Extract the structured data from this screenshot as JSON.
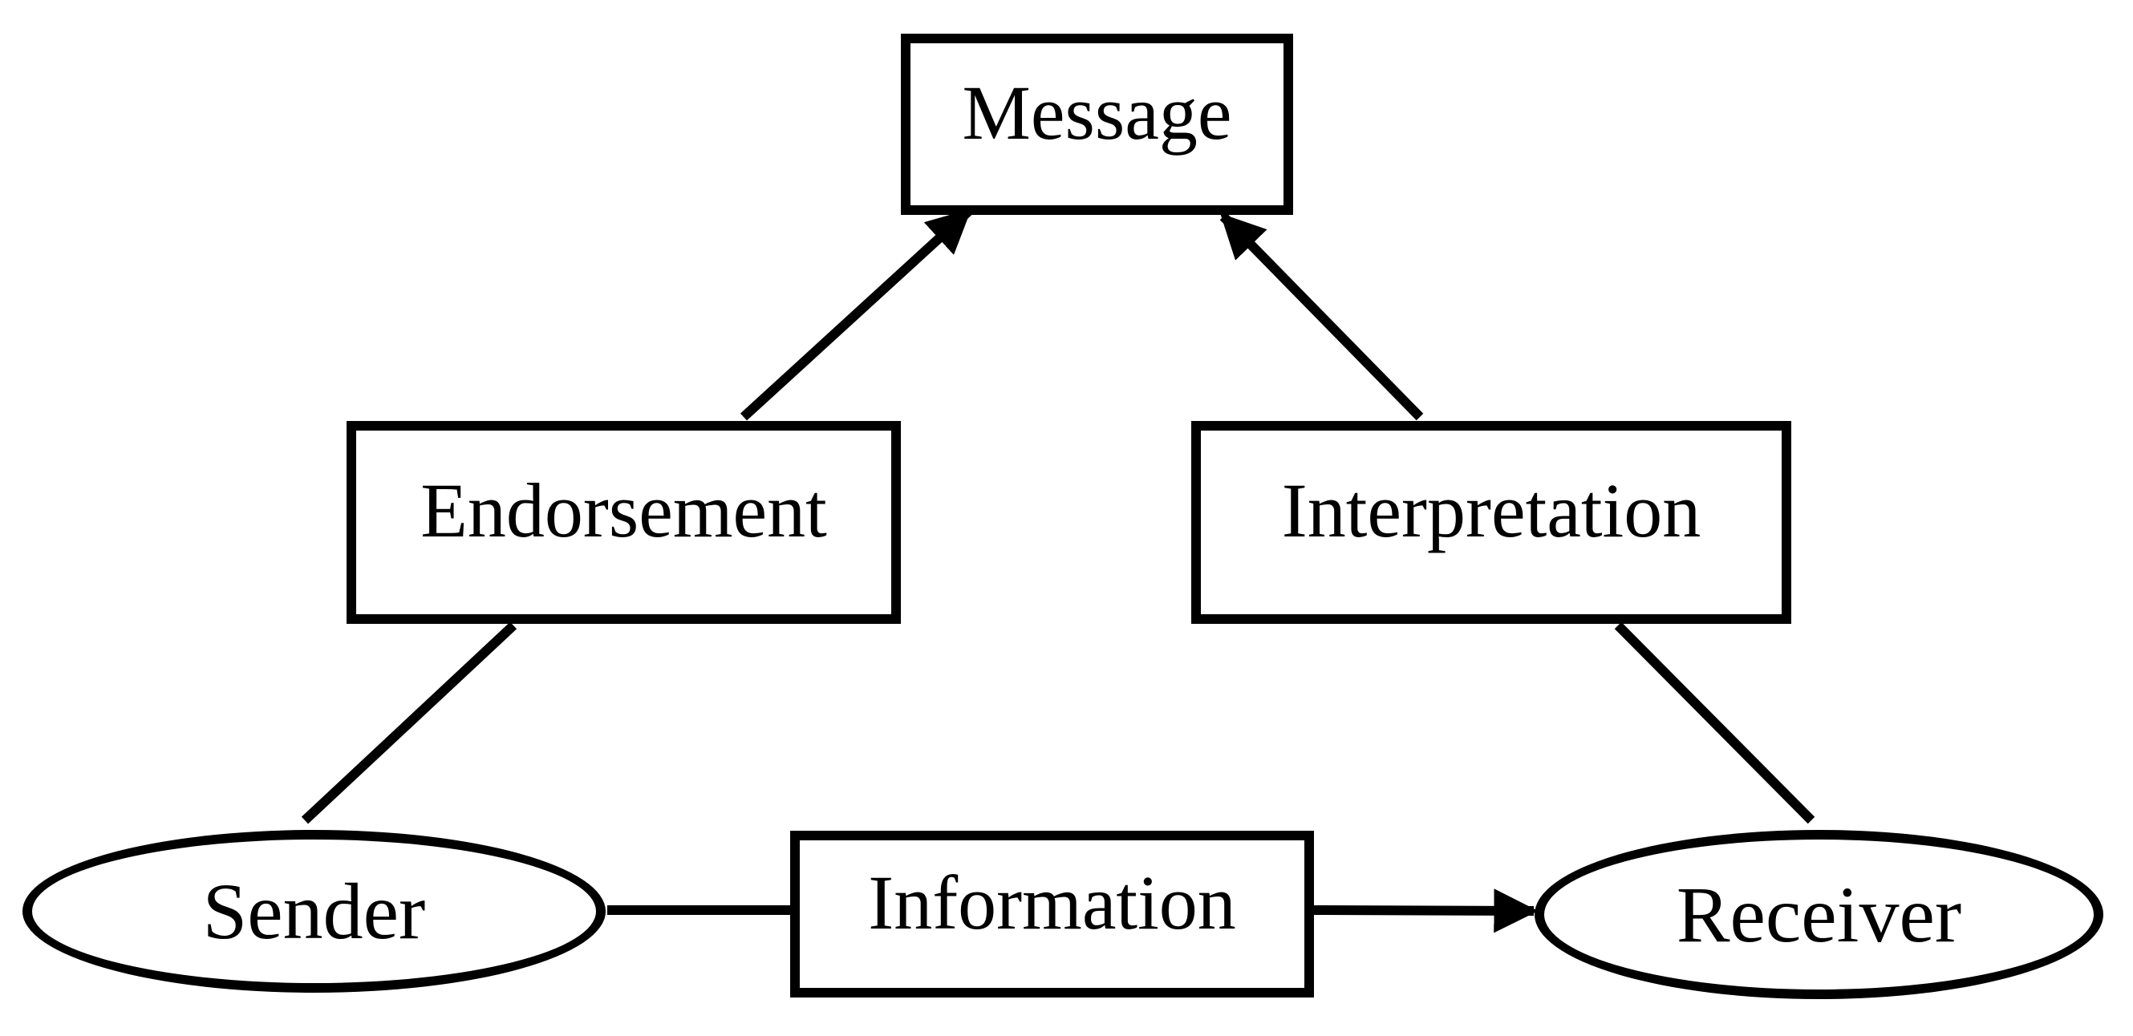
{
  "diagram": {
    "nodes": {
      "message": {
        "label": "Message",
        "shape": "rectangle"
      },
      "endorsement": {
        "label": "Endorsement",
        "shape": "rectangle"
      },
      "interpretation": {
        "label": "Interpretation",
        "shape": "rectangle"
      },
      "sender": {
        "label": "Sender",
        "shape": "ellipse"
      },
      "information": {
        "label": "Information",
        "shape": "rectangle"
      },
      "receiver": {
        "label": "Receiver",
        "shape": "ellipse"
      }
    },
    "edges": [
      {
        "from": "endorsement",
        "to": "message",
        "arrowhead": true
      },
      {
        "from": "interpretation",
        "to": "message",
        "arrowhead": true
      },
      {
        "from": "endorsement",
        "to": "sender",
        "arrowhead": false
      },
      {
        "from": "interpretation",
        "to": "receiver",
        "arrowhead": false
      },
      {
        "from": "sender",
        "to": "information",
        "arrowhead": false
      },
      {
        "from": "information",
        "to": "receiver",
        "arrowhead": true
      }
    ],
    "colors": {
      "stroke": "#000000",
      "node_fill": "#ffffff",
      "background": "#ffffff"
    }
  }
}
